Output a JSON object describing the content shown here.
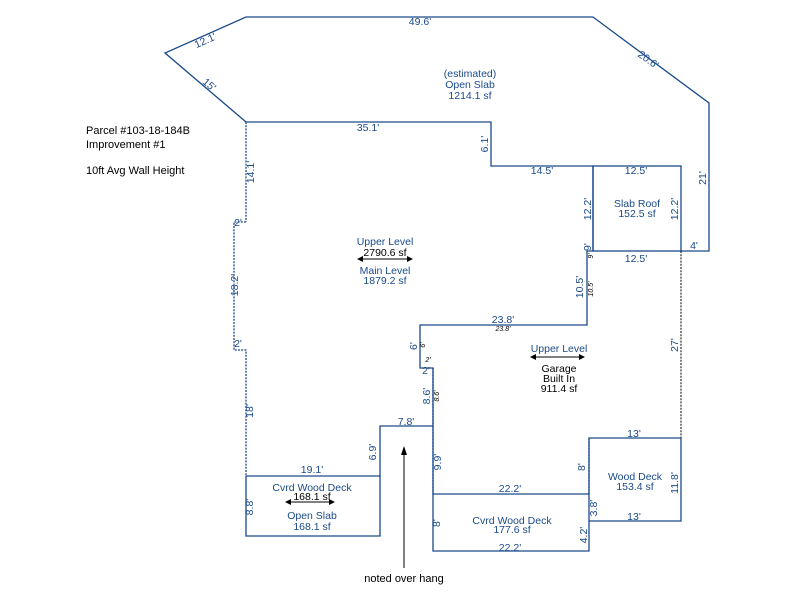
{
  "info": {
    "parcel": "Parcel #103-18-184B",
    "improvement": "Improvement #1",
    "wall_height": "10ft Avg Wall Height"
  },
  "areas": {
    "open_slab_top": {
      "line1": "(estimated)",
      "line2": "Open Slab",
      "line3": "1214.1 sf"
    },
    "slab_roof": {
      "line1": "Slab Roof",
      "line2": "152.5 sf"
    },
    "upper_main": {
      "line1": "Upper Level",
      "line2": "2790.6 sf",
      "line3": "Main Level",
      "line4": "1879.2 sf"
    },
    "garage": {
      "line1": "Upper Level",
      "line2": "Garage",
      "line3": "Built In",
      "line4": "911.4 sf"
    },
    "cvrd_deck_left": {
      "line1": "Cvrd Wood Deck",
      "line2": "168.1 sf",
      "line3": "Open Slab",
      "line4": "168.1 sf"
    },
    "cvrd_deck_bottom": {
      "line1": "Cvrd Wood Deck",
      "line2": "177.6 sf"
    },
    "wood_deck": {
      "line1": "Wood Deck",
      "line2": "153.4 sf"
    }
  },
  "dims": {
    "d_49_6": "49.6'",
    "d_12_1": "12.1'",
    "d_15": "15'",
    "d_20_6": "20.6'",
    "d_21": "21'",
    "d_35_1": "35.1'",
    "d_6_1": "6.1'",
    "d_14_5": "14.5'",
    "d_12_5_top": "12.5'",
    "d_12_2_left": "12.2'",
    "d_12_2_right": "12.2'",
    "d_4": "4'",
    "d_12_5_bot": "12.5'",
    "d_9": "9'",
    "d_9_small": "9'",
    "d_14_1": "14.1'",
    "d_2_a": "2'",
    "d_18_2": "18.2'",
    "d_2_b": "2'",
    "d_18": "18'",
    "d_10_5": "10.5'",
    "d_10_5_small": "10.5'",
    "d_23_8": "23.8'",
    "d_23_8_small": "23.8'",
    "d_6": "6'",
    "d_6_small": "6'",
    "d_2_c": "2'",
    "d_2_c_small": "2'",
    "d_8_6": "8.6'",
    "d_8_6_small": "8.6'",
    "d_27": "27'",
    "d_7_8": "7.8'",
    "d_6_9": "6.9'",
    "d_9_9": "9.9'",
    "d_13_top": "13'",
    "d_8_a": "8'",
    "d_11_8": "11.8'",
    "d_19_1": "19.1'",
    "d_8_8": "8.8'",
    "d_22_2_top": "22.2'",
    "d_3_8": "3.8'",
    "d_13_bot": "13'",
    "d_8_b": "8'",
    "d_4_2": "4.2'",
    "d_22_2_bot": "22.2'"
  },
  "note": {
    "text": "noted over hang"
  },
  "colors": {
    "outline": "#1a4a8a",
    "black": "#000000"
  }
}
